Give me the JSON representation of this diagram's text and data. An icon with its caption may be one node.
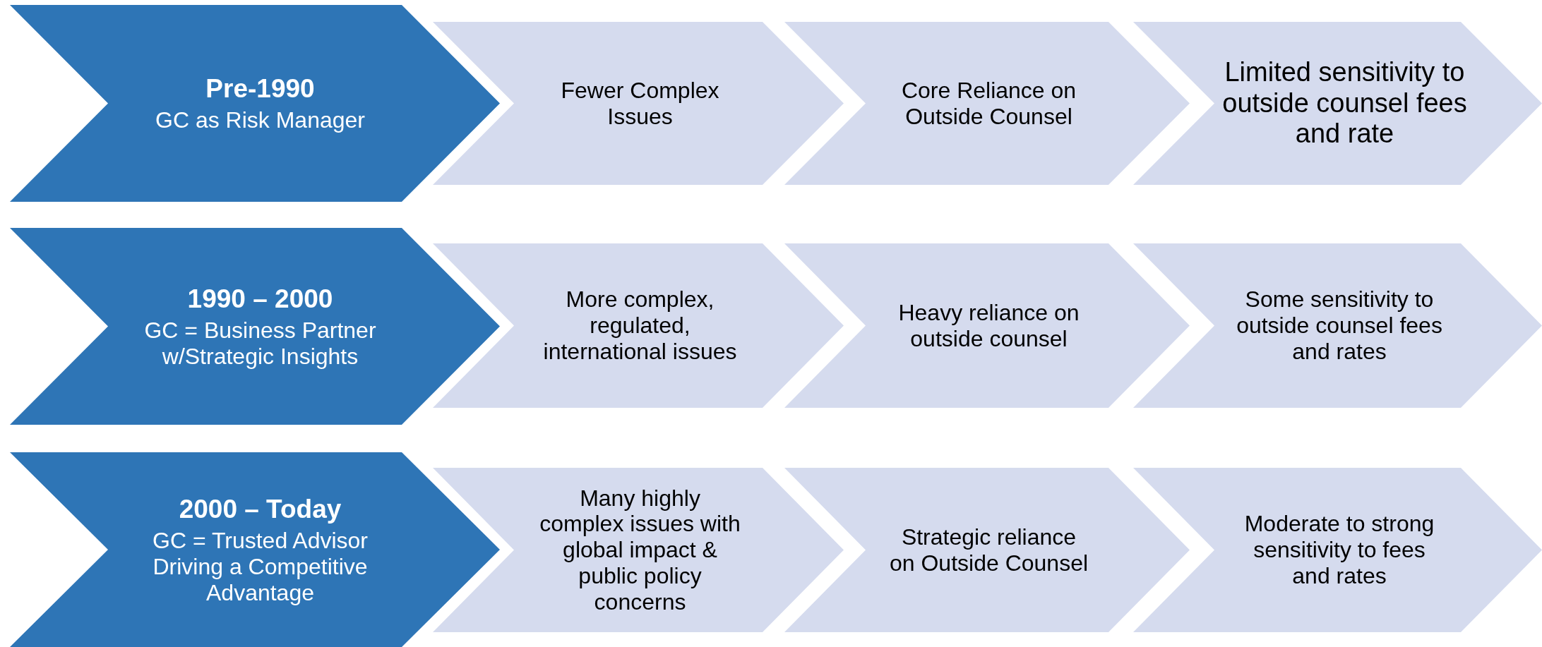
{
  "diagram": {
    "nodes": [
      {
        "text": [
          "Pre-1990",
          "GC as Risk Manager"
        ]
      },
      {
        "text": [
          "Fewer Complex Issues"
        ]
      },
      {
        "text": [
          "Core Reliance on Outside Counsel"
        ]
      },
      {
        "text": [
          "Limited sensitivity to outside counsel fees and rate"
        ]
      },
      {
        "text": [
          "1990 – 2000",
          "GC = Business Partner w/Strategic Insights"
        ]
      },
      {
        "text": [
          "More complex, regulated, international issues"
        ]
      },
      {
        "text": [
          "Heavy reliance on outside counsel"
        ]
      },
      {
        "text": [
          "Some sensitivity to outside counsel fees and rates"
        ]
      },
      {
        "text": [
          "2000 – Today",
          "GC = Trusted Advisor Driving a Competitive Advantage"
        ]
      },
      {
        "text": [
          "Many highly complex issues with global impact & public policy concerns"
        ]
      },
      {
        "text": [
          "Strategic reliance on Outside Counsel"
        ]
      },
      {
        "text": [
          "Moderate to strong sensitivity to fees and rates"
        ]
      }
    ]
  }
}
